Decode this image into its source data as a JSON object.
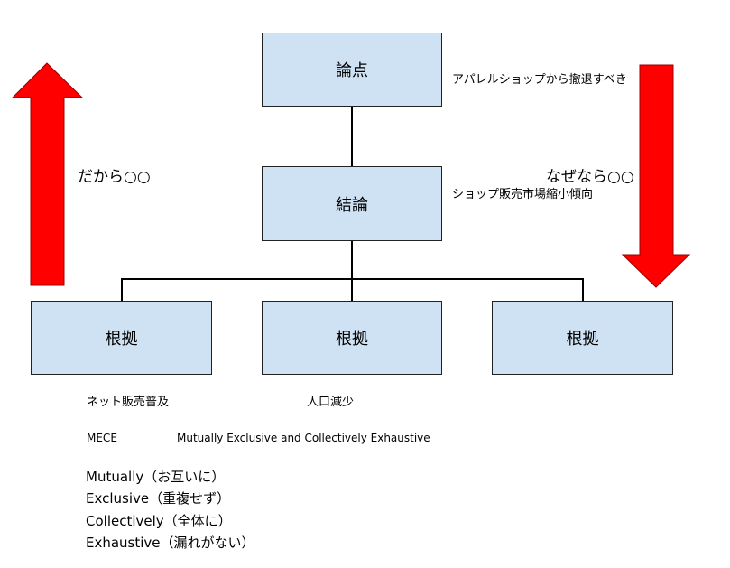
{
  "nodes": {
    "top": "論点",
    "middle": "結論",
    "left": "根拠",
    "center": "根拠",
    "right": "根拠"
  },
  "notes": {
    "top": "アパレルショップから撤退すべき",
    "middle": "ショップ販売市場縮小傾向",
    "left": "ネット販売普及",
    "center": "人口減少"
  },
  "arrows": {
    "up_label": "だから○○",
    "down_label": "なぜなら○○",
    "color": "#ff0000"
  },
  "mece": {
    "abbr": "MECE",
    "full": "Mutually Exclusive and Collectively Exhaustive",
    "items": [
      "Mutually（お互いに）",
      "Exclusive（重複せず）",
      "Collectively（全体に）",
      "Exhaustive（漏れがない）"
    ]
  },
  "colors": {
    "box_fill": "#cfe2f3",
    "box_border": "#222222"
  }
}
